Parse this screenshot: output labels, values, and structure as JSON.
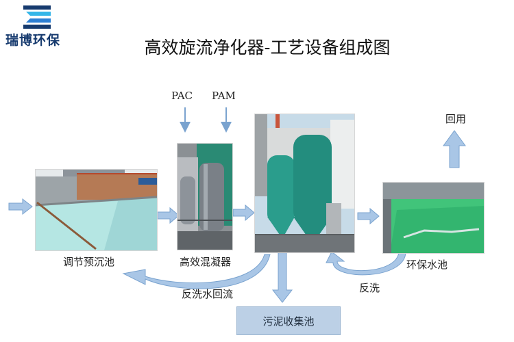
{
  "brand": {
    "name": "瑞博环保",
    "colors": {
      "navy": "#163a6e",
      "blue": "#2c7fd4",
      "cyan": "#35b6e8"
    }
  },
  "title": "高效旋流净化器-工艺设备组成图",
  "inputs": {
    "pac": "PAC",
    "pam": "PAM"
  },
  "units": {
    "pre_settling": "调节预沉池",
    "coagulator": "高效混凝器",
    "purifier": "",
    "clean_pool": "环保水池",
    "sludge_pool": "污泥收集池"
  },
  "flows": {
    "backwash_return": "反洗水回流",
    "backwash": "反洗",
    "reuse": "回用"
  },
  "colors": {
    "arrow_fill": "#a9c6e6",
    "arrow_stroke": "#7aa3cf",
    "sludge_box": "#bcd0e6"
  }
}
